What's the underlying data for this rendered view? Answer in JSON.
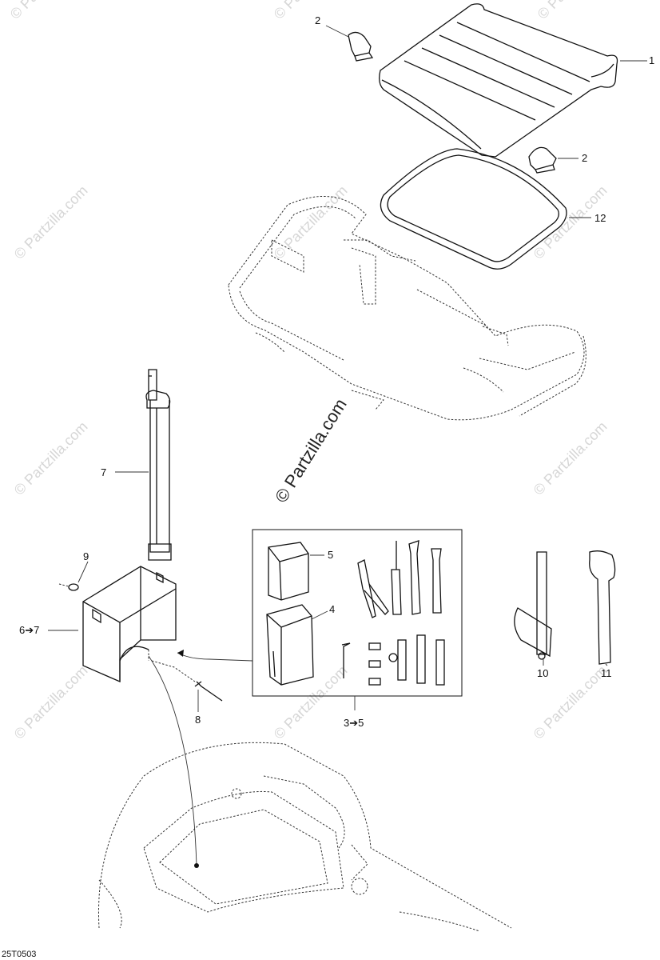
{
  "watermark": {
    "main": "© Partzilla.com",
    "tile": "© Partzilla.com"
  },
  "drawing_code": "25T0503",
  "callouts": {
    "c1": "1",
    "c2a": "2",
    "c2b": "2",
    "c12": "12",
    "c7": "7",
    "c9": "9",
    "c6_7": "6➔7",
    "c5": "5",
    "c4": "4",
    "c8": "8",
    "c3_5": "3➔5",
    "c10": "10",
    "c11": "11"
  }
}
